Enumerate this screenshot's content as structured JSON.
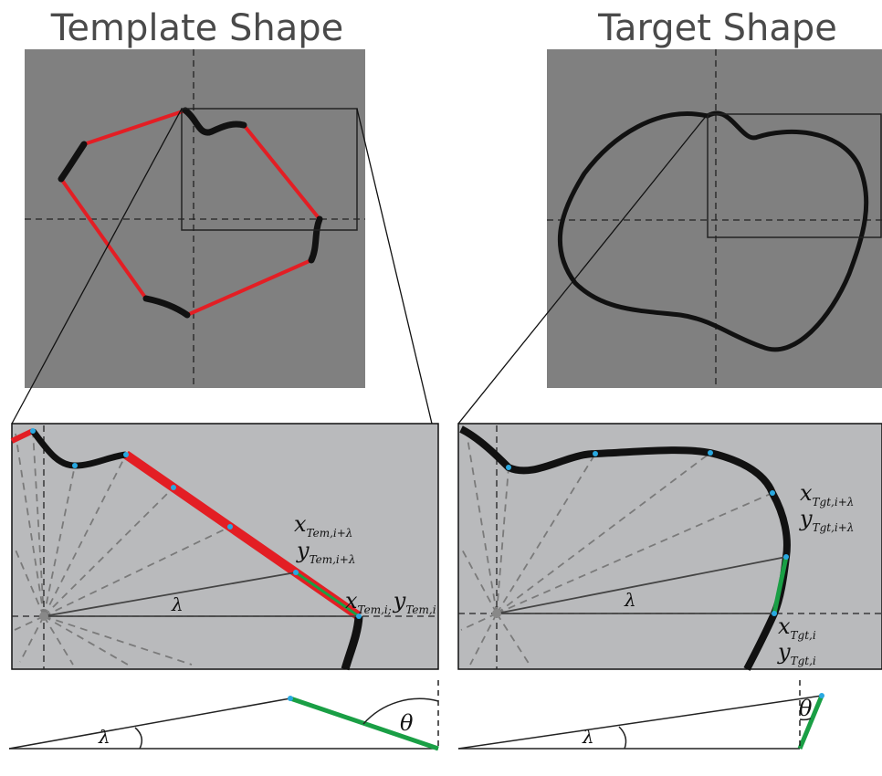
{
  "titles": {
    "template": "Template Shape",
    "target": "Target Shape"
  },
  "labels": {
    "tem_next_x": "x",
    "tem_next_x_sub": "Tem,i+λ",
    "tem_next_y": "y",
    "tem_next_y_sub": "Tem,i+λ",
    "tem_cur_x": "x",
    "tem_cur_x_sub": "Tem,i;",
    "tem_cur_y": "y",
    "tem_cur_y_sub": "Tem,i",
    "tgt_next_x": "x",
    "tgt_next_x_sub": "Tgt,i+λ",
    "tgt_next_y": "y",
    "tgt_next_y_sub": "Tgt,i+λ",
    "tgt_cur_x": "x",
    "tgt_cur_x_sub": "Tgt,i",
    "tgt_cur_y": "y",
    "tgt_cur_y_sub": "Tgt,i",
    "lambda": "λ",
    "theta": "θ"
  },
  "colors": {
    "panel_dark": "#808080",
    "panel_light": "#b9babc",
    "red_edge": "#e31e24",
    "green_segment": "#1a9f45",
    "blue_point": "#29a8e0",
    "black_curve": "#111111"
  }
}
